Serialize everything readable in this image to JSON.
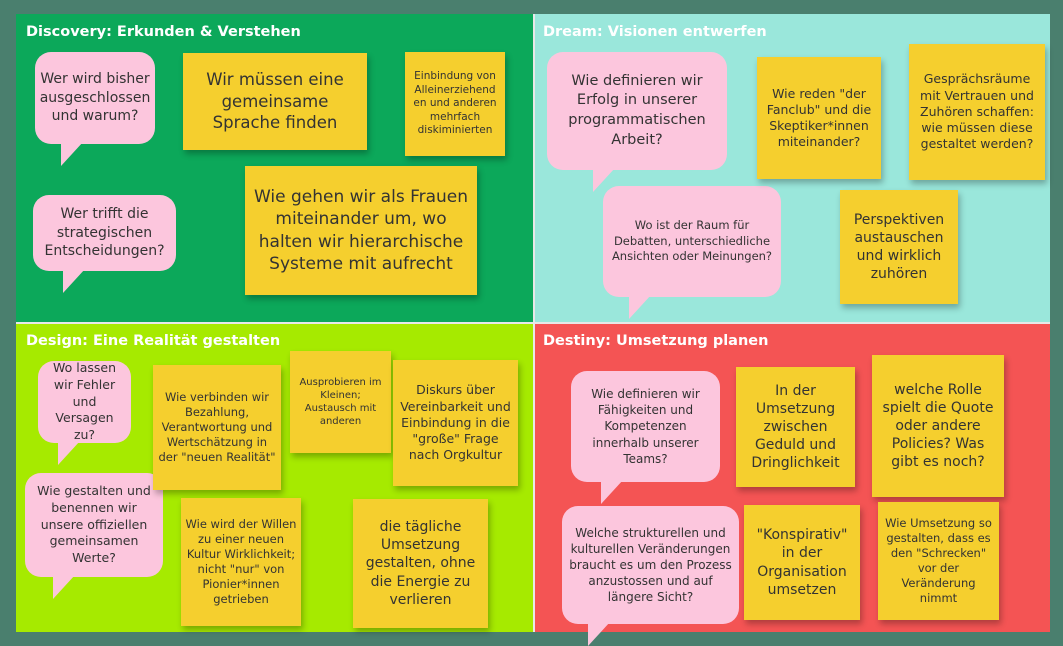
{
  "quadrants": {
    "discovery": {
      "title": "Discovery: Erkunden & Verstehen",
      "color": "#0ca85a",
      "bubbles": [
        "Wer wird bisher ausgeschlossen und warum?",
        "Wer trifft die strategischen Entscheidungen?"
      ],
      "notes": [
        "Wir müssen eine gemeinsame Sprache finden",
        "Einbindung von Alleinerziehend en und anderen mehrfach diskiminierten",
        "Wie gehen wir als Frauen miteinander um, wo halten wir hierarchische Systeme mit aufrecht"
      ]
    },
    "dream": {
      "title": "Dream: Visionen entwerfen",
      "color": "#9ae7db",
      "bubbles": [
        "Wie definieren wir Erfolg in unserer programmatischen Arbeit?",
        "Wo ist der Raum für Debatten, unterschiedliche Ansichten oder Meinungen?"
      ],
      "notes": [
        "Wie reden \"der Fanclub\" und die Skeptiker*innen miteinander?",
        "Gesprächsräume mit Vertrauen und Zuhören schaffen: wie müssen diese gestaltet werden?",
        "Perspektiven austauschen und wirklich zuhören"
      ]
    },
    "design": {
      "title": "Design: Eine Realität gestalten",
      "color": "#a6ea00",
      "bubbles": [
        "Wo lassen wir Fehler und Versagen zu?",
        "Wie gestalten und benennen wir unsere offiziellen gemeinsamen Werte?"
      ],
      "notes": [
        "Wie verbinden wir Bezahlung, Verantwortung und Wertschätzung in der \"neuen Realität\"",
        "Ausprobieren im Kleinen; Austausch mit anderen",
        "Diskurs über Vereinbarkeit und Einbindung in die \"große\" Frage nach Orgkultur",
        "Wie wird der Willen zu einer neuen Kultur Wirklichkeit; nicht \"nur\" von Pionier*innen getrieben",
        "die tägliche Umsetzung gestalten, ohne die Energie zu verlieren"
      ]
    },
    "destiny": {
      "title": "Destiny: Umsetzung planen",
      "color": "#f45454",
      "bubbles": [
        "Wie definieren wir Fähigkeiten und Kompetenzen innerhalb unserer Teams?",
        "Welche strukturellen und kulturellen Veränderungen braucht es um den Prozess anzustossen und auf längere Sicht?"
      ],
      "notes": [
        "In der Umsetzung zwischen Geduld und Dringlichkeit",
        "welche Rolle spielt die Quote oder andere Policies? Was gibt es noch?",
        "\"Konspirativ\" in der Organisation umsetzen",
        "Wie Umsetzung so gestalten, dass es den \"Schrecken\" vor der Veränderung nimmt"
      ]
    }
  },
  "colors": {
    "sticky_note": "#f5cf2e",
    "speech_bubble": "#fcc6dd",
    "background": "#4a7f6e"
  }
}
